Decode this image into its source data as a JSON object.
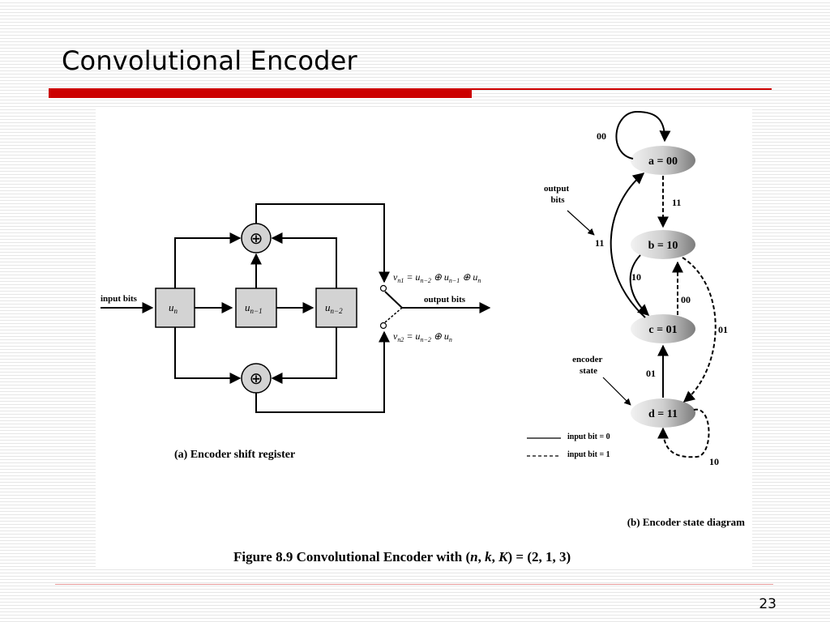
{
  "slide": {
    "title": "Convolutional Encoder",
    "page_number": "23"
  },
  "figure": {
    "caption": "Figure 8.9  Convolutional Encoder with (n, k, K) = (2, 1, 3)",
    "shift_register": {
      "caption": "(a) Encoder shift register",
      "input_label": "input bits",
      "output_label": "output bits",
      "registers": [
        "u_n",
        "u_n−1",
        "u_n−2"
      ],
      "equation_v1": "v_n1 = u_n−2 ⊕ u_n−1 ⊕ u_n",
      "equation_v2": "v_n2 = u_n−2 ⊕ u_n",
      "xor_symbol": "⊕"
    },
    "state_diagram": {
      "caption": "(b) Encoder state diagram",
      "states": [
        {
          "label": "a = 00"
        },
        {
          "label": "b = 10"
        },
        {
          "label": "c = 01"
        },
        {
          "label": "d = 11"
        }
      ],
      "transitions": [
        {
          "from": "a = 00",
          "to": "a = 00",
          "output": "00",
          "input_bit": 0
        },
        {
          "from": "a = 00",
          "to": "b = 10",
          "output": "11",
          "input_bit": 1
        },
        {
          "from": "c = 01",
          "to": "a = 00",
          "output": "11",
          "input_bit": 0
        },
        {
          "from": "b = 10",
          "to": "c = 01",
          "output": "10",
          "input_bit": 0
        },
        {
          "from": "c = 01",
          "to": "b = 10",
          "output": "00",
          "input_bit": 1
        },
        {
          "from": "b = 10",
          "to": "d = 11",
          "output": "01",
          "input_bit": 1
        },
        {
          "from": "d = 11",
          "to": "c = 01",
          "output": "01",
          "input_bit": 0
        },
        {
          "from": "d = 11",
          "to": "d = 11",
          "output": "10",
          "input_bit": 1
        }
      ],
      "annotations": {
        "output_bits": [
          "output",
          "bits"
        ],
        "encoder_state": [
          "encoder",
          "state"
        ]
      },
      "legend": [
        {
          "style": "solid",
          "label": "input bit = 0"
        },
        {
          "style": "dashed",
          "label": "input bit = 1"
        }
      ]
    }
  }
}
